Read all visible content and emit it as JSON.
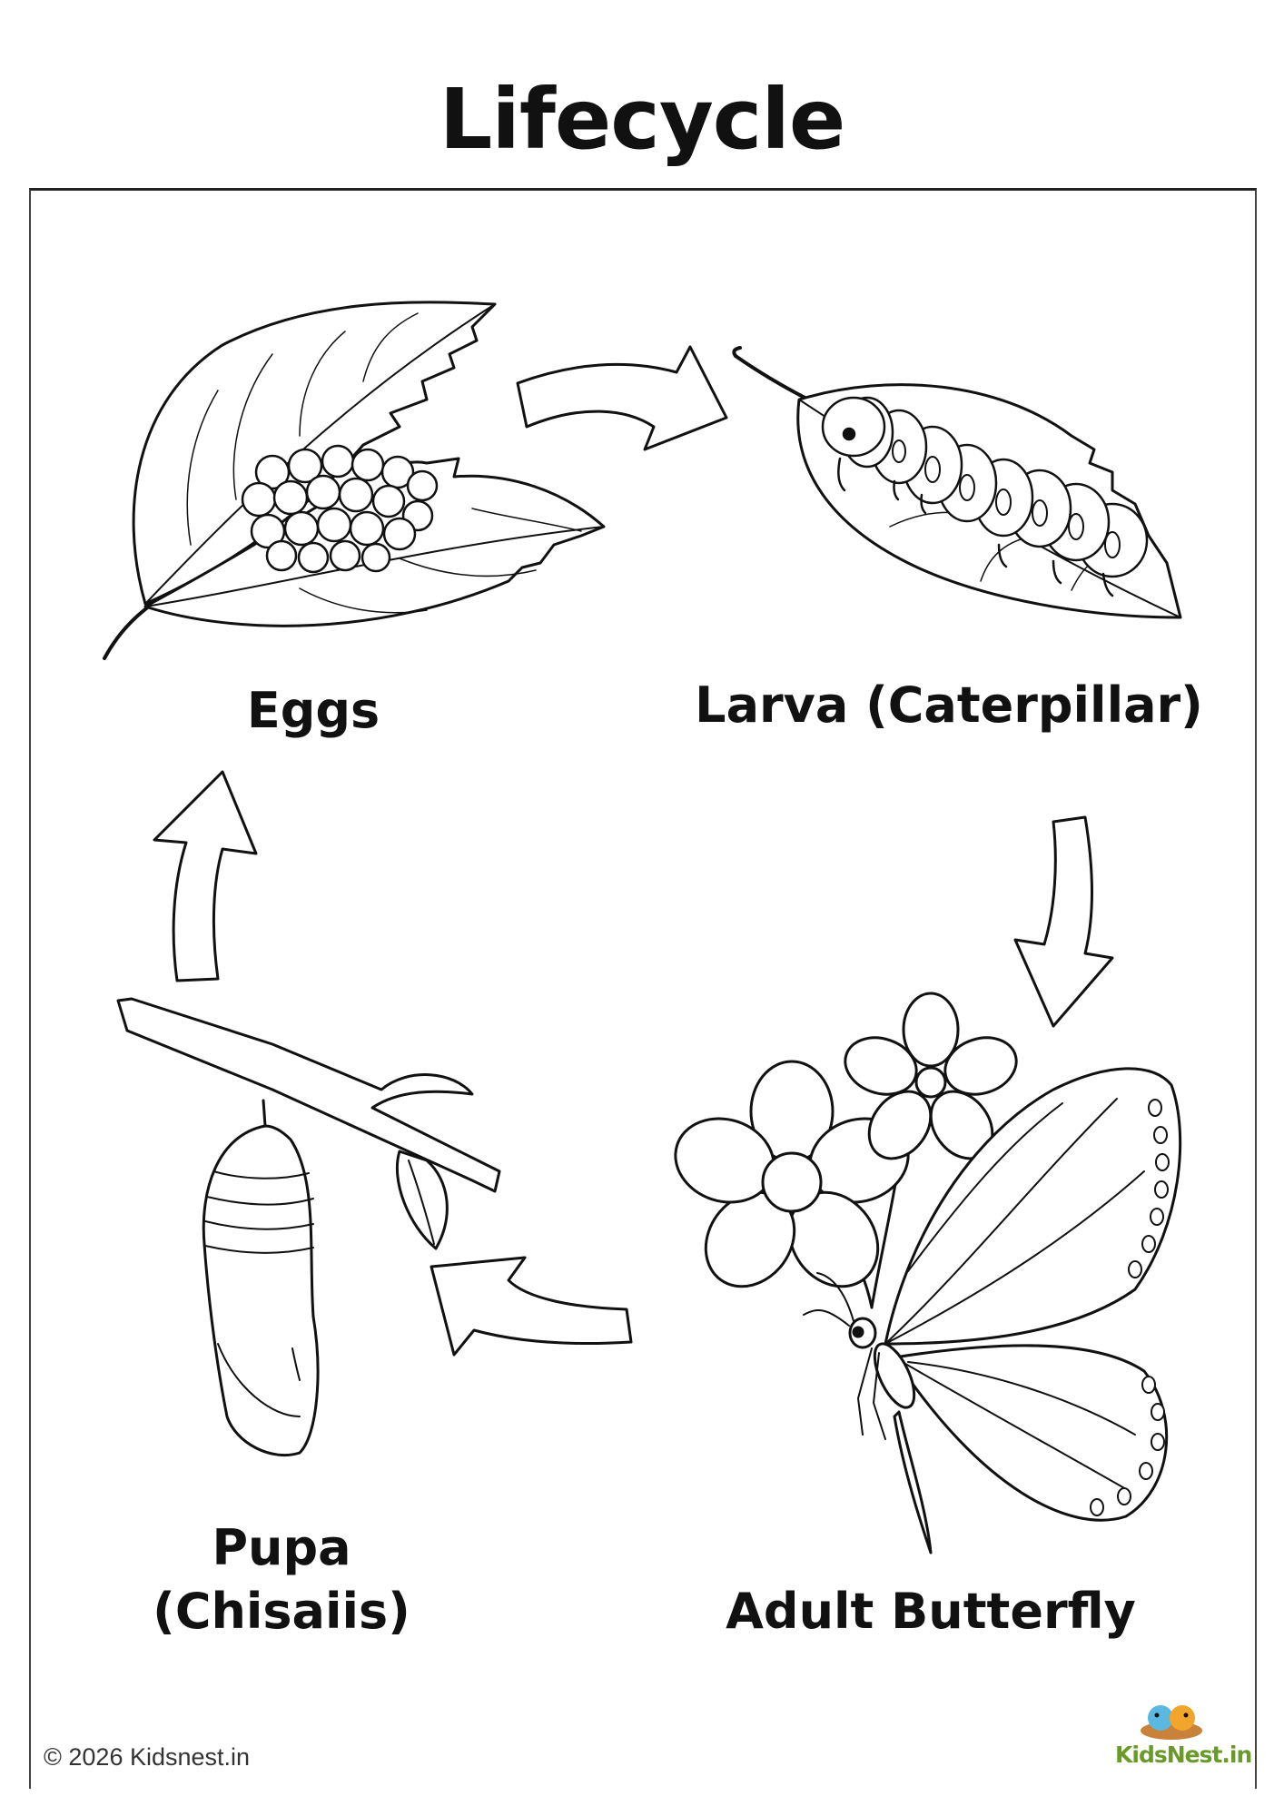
{
  "title": "Lifecycle",
  "stages": {
    "eggs": "Eggs",
    "larva": "Larva (Caterpillar)",
    "pupa_line1": "Pupa",
    "pupa_line2": "(Chisaiis)",
    "adult": "Adult Butterfly"
  },
  "footer": {
    "copyright": "© 2026 Kidsnest.in",
    "logo_text": "KidsNest.in"
  },
  "icons": [
    "leaf-with-eggs-icon",
    "caterpillar-on-leaf-icon",
    "chrysalis-on-branch-icon",
    "butterfly-with-flowers-icon",
    "cycle-arrow-icon",
    "kidsnest-logo-icon"
  ],
  "colors": {
    "line": "#111111",
    "background": "#ffffff",
    "logo_green": "#6a9a2a",
    "logo_orange": "#f2a52b",
    "logo_blue": "#5bb8e0"
  }
}
